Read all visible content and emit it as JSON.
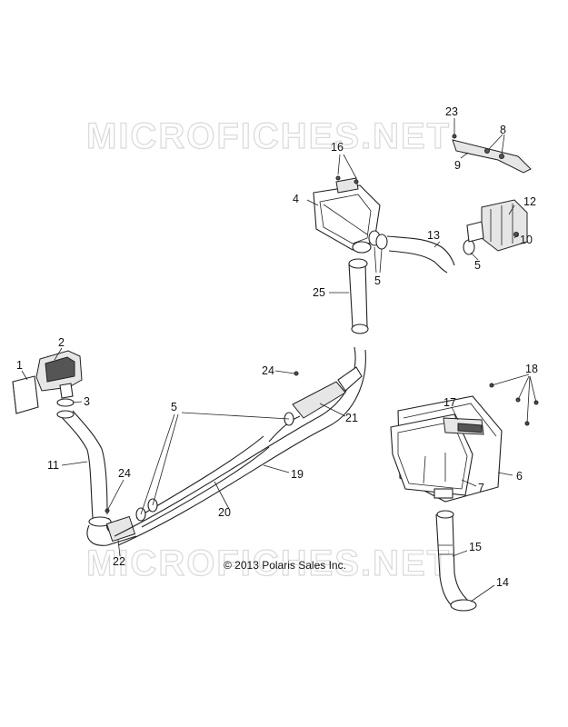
{
  "watermarks": [
    "MICROFICHES.NET",
    "MICROFICHES.NET"
  ],
  "copyright": "© 2013 Polaris Sales Inc.",
  "callouts": {
    "c1": "1",
    "c2": "2",
    "c3": "3",
    "c4": "4",
    "c5a": "5",
    "c5b": "5",
    "c5c": "5",
    "c6": "6",
    "c7": "7",
    "c8": "8",
    "c9": "9",
    "c10": "10",
    "c11": "11",
    "c12": "12",
    "c13": "13",
    "c14": "14",
    "c15": "15",
    "c16": "16",
    "c17": "17",
    "c18": "18",
    "c19": "19",
    "c20": "20",
    "c21": "21",
    "c22": "22",
    "c23": "23",
    "c24a": "24",
    "c24b": "24",
    "c25": "25"
  }
}
